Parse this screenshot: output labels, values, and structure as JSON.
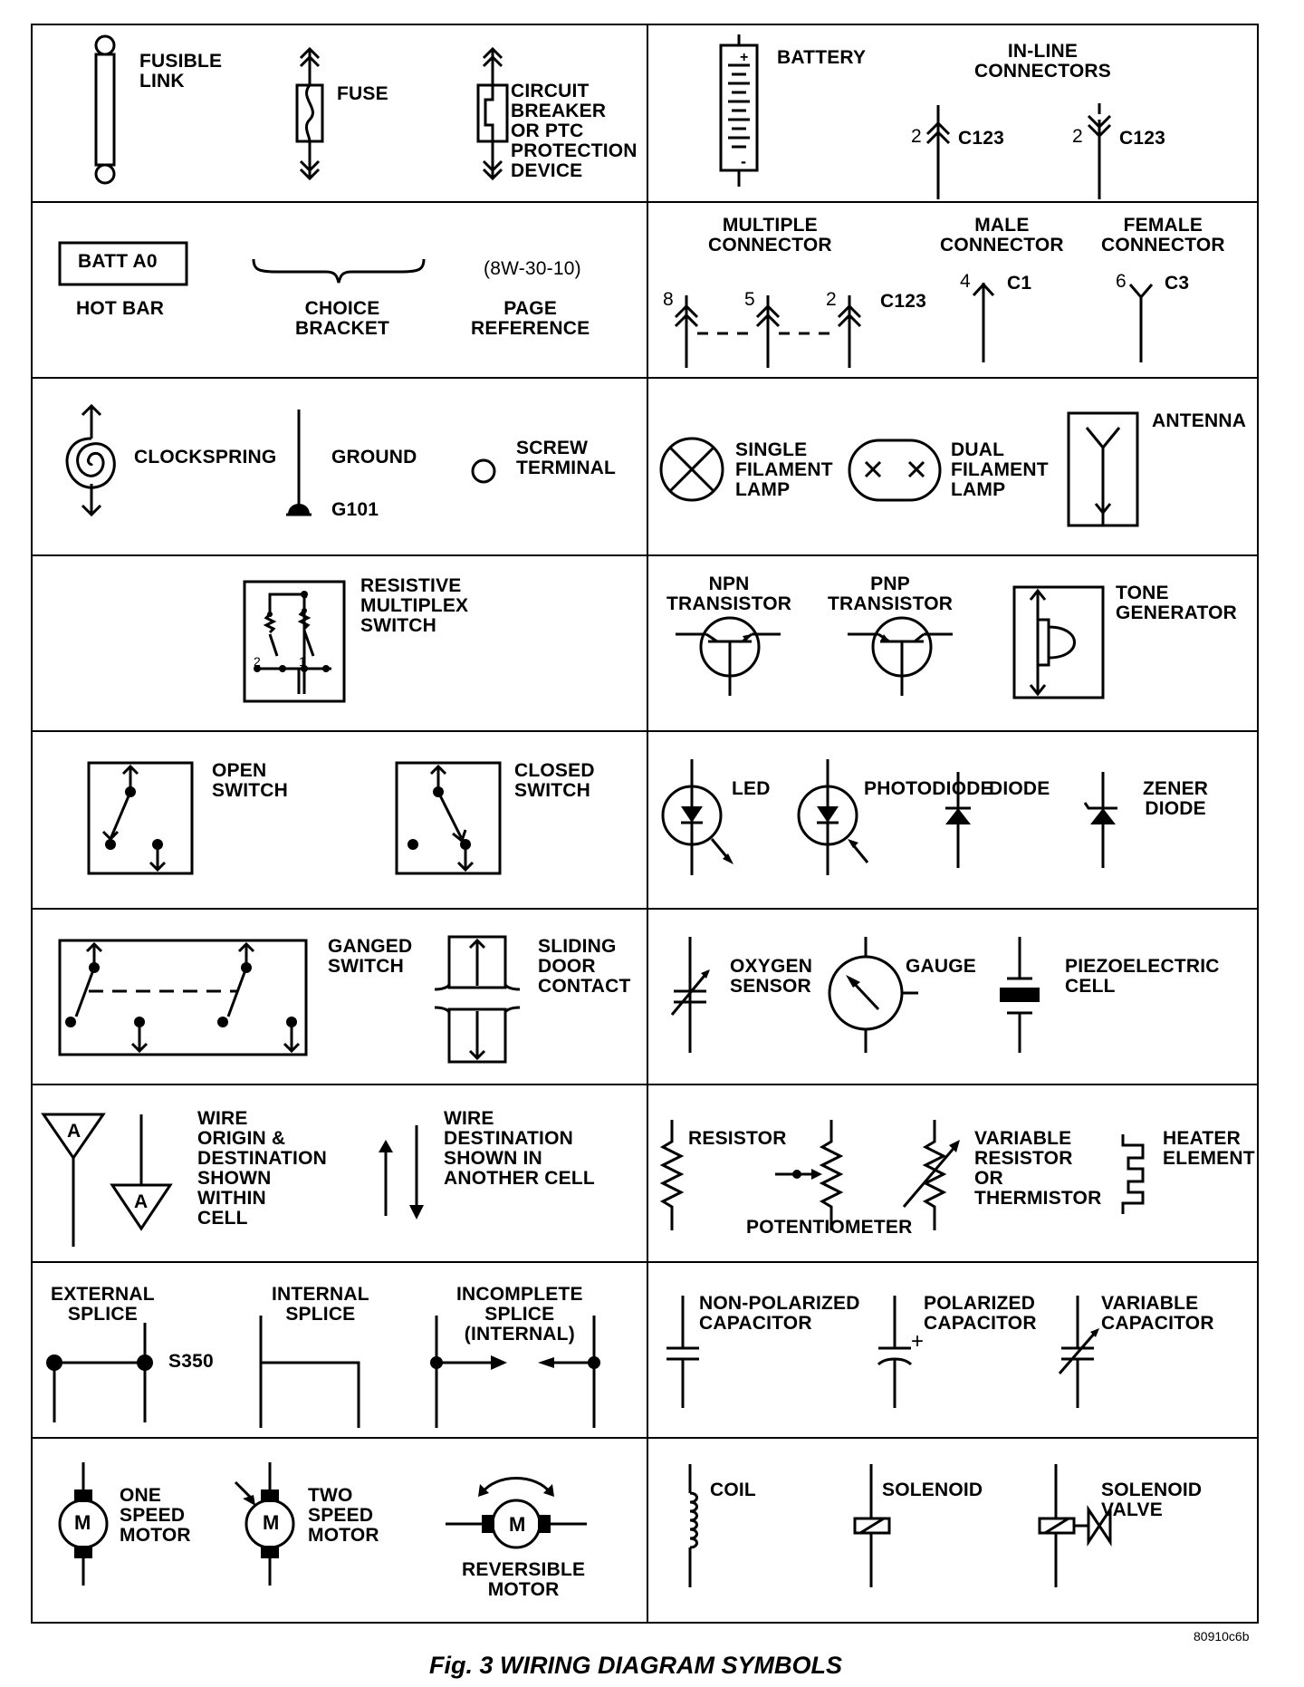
{
  "symbols": {
    "fusible_link": "FUSIBLE\nLINK",
    "fuse": "FUSE",
    "circuit_breaker": "CIRCUIT\nBREAKER\nOR PTC\nPROTECTION\nDEVICE",
    "battery": "BATTERY",
    "inline_connectors": "IN-LINE\nCONNECTORS",
    "inline_pin_1": "2",
    "inline_conn_1": "C123",
    "inline_pin_2": "2",
    "inline_conn_2": "C123",
    "hot_bar_box": "BATT A0",
    "hot_bar": "HOT BAR",
    "choice_bracket": "CHOICE\nBRACKET",
    "page_reference_value": "(8W-30-10)",
    "page_reference": "PAGE\nREFERENCE",
    "multiple_connector": "MULTIPLE\nCONNECTOR",
    "multi_pin_8": "8",
    "multi_pin_5": "5",
    "multi_pin_2": "2",
    "multi_conn": "C123",
    "male_connector": "MALE\nCONNECTOR",
    "male_pin": "4",
    "male_conn": "C1",
    "female_connector": "FEMALE\nCONNECTOR",
    "female_pin": "6",
    "female_conn": "C3",
    "clockspring": "CLOCKSPRING",
    "ground": "GROUND",
    "ground_id": "G101",
    "screw_terminal": "SCREW\nTERMINAL",
    "single_filament_lamp": "SINGLE\nFILAMENT\nLAMP",
    "dual_filament_lamp": "DUAL\nFILAMENT\nLAMP",
    "antenna": "ANTENNA",
    "resistive_multiplex_switch": "RESISTIVE\nMULTIPLEX\nSWITCH",
    "rms_pos_2": "2",
    "rms_pos_1": "1",
    "npn_transistor": "NPN\nTRANSISTOR",
    "pnp_transistor": "PNP\nTRANSISTOR",
    "tone_generator": "TONE\nGENERATOR",
    "open_switch": "OPEN\nSWITCH",
    "closed_switch": "CLOSED\nSWITCH",
    "led": "LED",
    "photodiode": "PHOTODIODE",
    "diode": "DIODE",
    "zener_diode": "ZENER\nDIODE",
    "ganged_switch": "GANGED\nSWITCH",
    "sliding_door_contact": "SLIDING\nDOOR\nCONTACT",
    "oxygen_sensor": "OXYGEN\nSENSOR",
    "gauge": "GAUGE",
    "piezoelectric_cell": "PIEZOELECTRIC\nCELL",
    "wire_origin_letter_1": "A",
    "wire_origin_letter_2": "A",
    "wire_origin": "WIRE\nORIGIN &\nDESTINATION\nSHOWN\nWITHIN\nCELL",
    "wire_destination": "WIRE\nDESTINATION\nSHOWN IN\nANOTHER CELL",
    "resistor": "RESISTOR",
    "potentiometer": "POTENTIOMETER",
    "variable_resistor": "VARIABLE\nRESISTOR\nOR\nTHERMISTOR",
    "heater_element": "HEATER\nELEMENT",
    "external_splice": "EXTERNAL\nSPLICE",
    "splice_id": "S350",
    "internal_splice": "INTERNAL\nSPLICE",
    "incomplete_splice": "INCOMPLETE\nSPLICE\n(INTERNAL)",
    "non_polarized_capacitor": "NON-POLARIZED\nCAPACITOR",
    "polarized_capacitor": "POLARIZED\nCAPACITOR",
    "polarized_plus": "+",
    "variable_capacitor": "VARIABLE\nCAPACITOR",
    "motor_letter_1": "M",
    "one_speed_motor": "ONE\nSPEED\nMOTOR",
    "motor_letter_2": "M",
    "two_speed_motor": "TWO\nSPEED\nMOTOR",
    "motor_letter_3": "M",
    "reversible_motor": "REVERSIBLE\nMOTOR",
    "coil": "COIL",
    "solenoid": "SOLENOID",
    "solenoid_valve": "SOLENOID\nVALVE"
  },
  "figure": {
    "code": "80910c6b",
    "caption": "Fig. 3 WIRING DIAGRAM SYMBOLS"
  }
}
